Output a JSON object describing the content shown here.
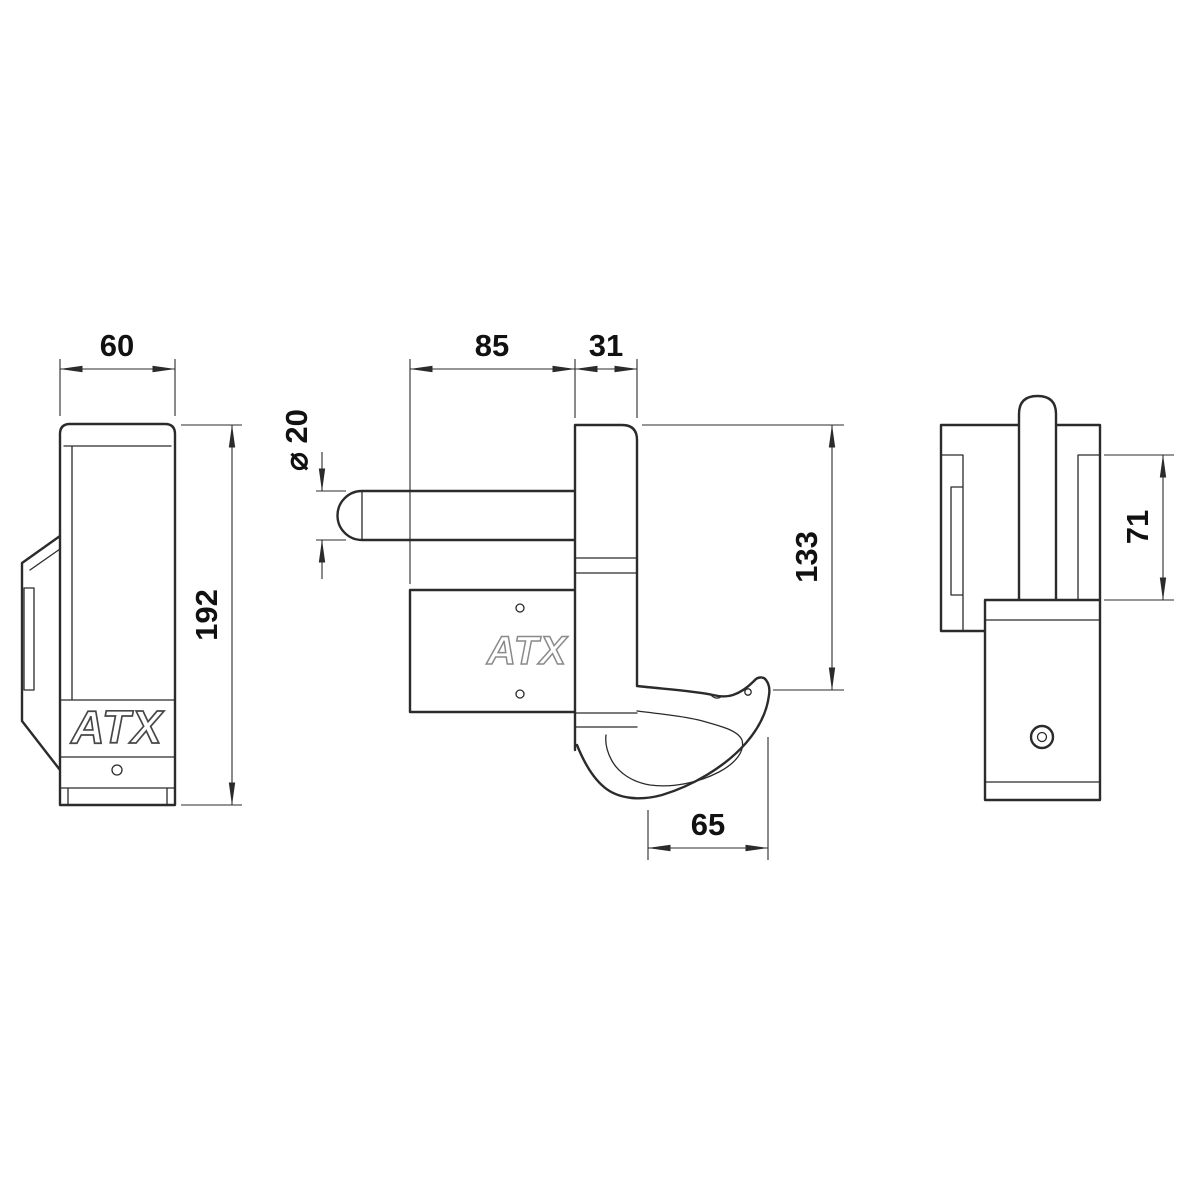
{
  "drawing": {
    "background": "#ffffff",
    "line_color": "#2b2b2b",
    "brand": "ATX",
    "logos": {
      "front": "ATX",
      "side": "ATX"
    },
    "dimensions": {
      "front_width": "60",
      "front_height": "192",
      "side_arm_length": "85",
      "side_plate_depth": "31",
      "pin_diameter": "⌀ 20",
      "hook_drop": "133",
      "hook_opening": "65",
      "rear_bracket_height": "71"
    }
  }
}
